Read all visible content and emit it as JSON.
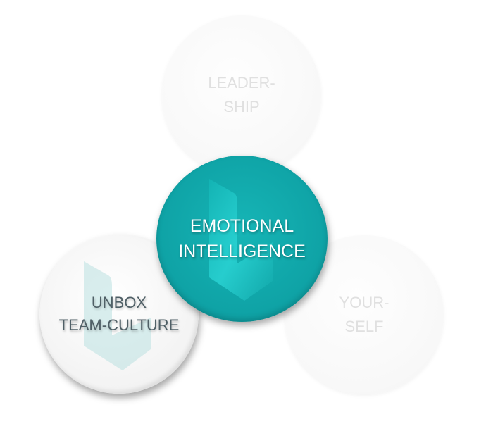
{
  "diagram": {
    "circles": [
      {
        "id": "top",
        "lines": [
          "LEADER-",
          "SHIP"
        ]
      },
      {
        "id": "right",
        "lines": [
          "YOUR-",
          "SELF"
        ]
      },
      {
        "id": "left",
        "lines": [
          "UNBOX",
          "TEAM-CULTURE"
        ]
      },
      {
        "id": "center",
        "lines": [
          "EMOTIONAL",
          "INTELLIGENCE"
        ]
      }
    ],
    "colors": {
      "accent": "#0fa3a6",
      "faded_text": "#e0e0e0",
      "dark_text": "#4f5f66"
    }
  }
}
